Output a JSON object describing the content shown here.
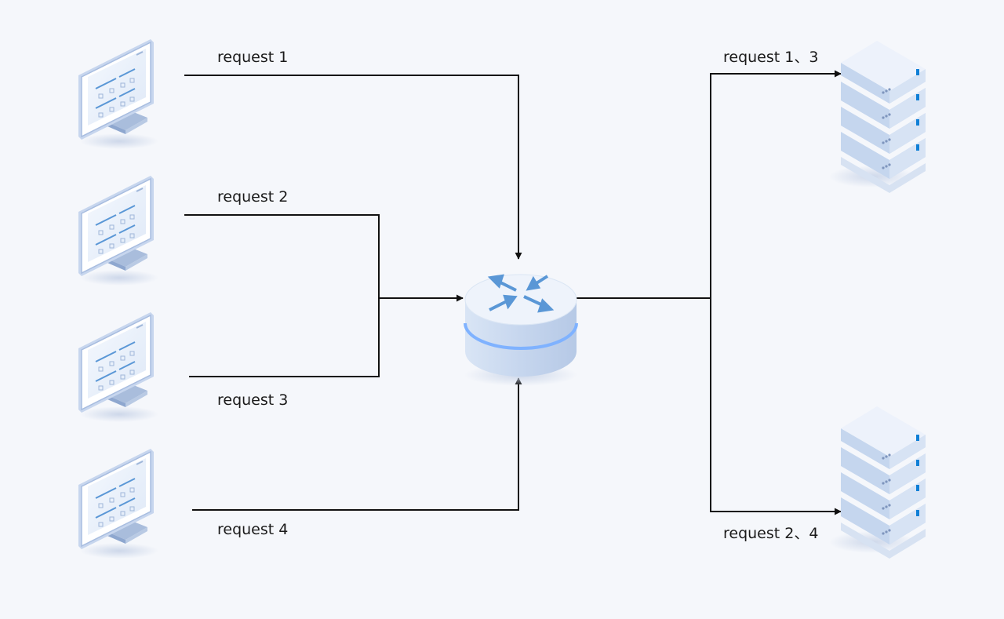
{
  "colors": {
    "background": "#f5f7fb",
    "line": "#111111",
    "device_light": "#e8eff9",
    "device_mid": "#c9d8ee",
    "device_dark": "#9fb6d9",
    "accent_blue": "#5a97d6",
    "ring_glow": "#7fb2ff"
  },
  "clients": [
    {
      "icon": "monitor-icon",
      "request_label": "request 1"
    },
    {
      "icon": "monitor-icon",
      "request_label": "request 2"
    },
    {
      "icon": "monitor-icon",
      "request_label": "request 3"
    },
    {
      "icon": "monitor-icon",
      "request_label": "request 4"
    }
  ],
  "load_balancer": {
    "icon": "router-icon"
  },
  "servers": [
    {
      "icon": "server-rack-icon",
      "routed_label": "request 1、3"
    },
    {
      "icon": "server-rack-icon",
      "routed_label": "request 2、4"
    }
  ]
}
